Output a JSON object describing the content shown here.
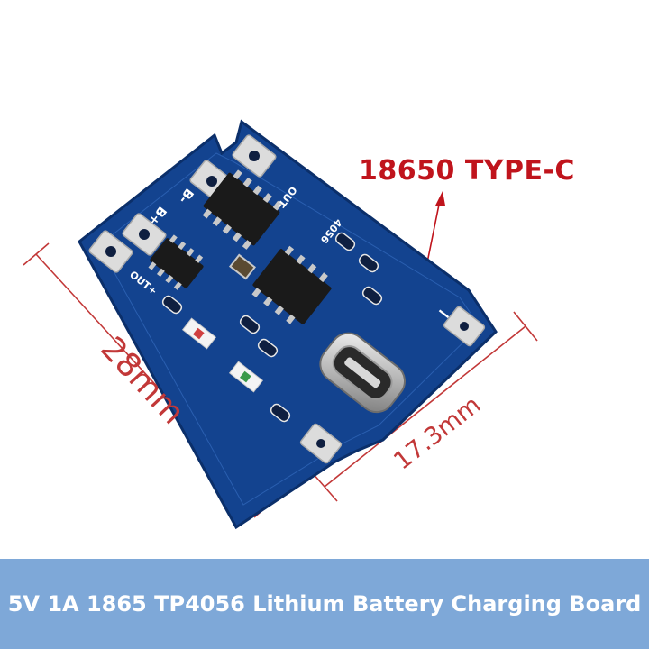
{
  "product": {
    "callout_label": "18650 TYPE-C",
    "length_label": "28mm",
    "width_label": "17.3mm",
    "caption": "5V 1A 1865 TP4056 Lithium Battery Charging Board"
  },
  "board_silkscreen": {
    "b_minus": "B-",
    "b_plus": "B+",
    "out_minus": "OUT-",
    "out_plus": "OUT+",
    "chip_code": "4056",
    "minus_sign": "−"
  },
  "colors": {
    "pcb": "#13438f",
    "pcb_edge": "#0b2f6a",
    "pad": "#dcdcdc",
    "chip": "#1a1a1a",
    "dimension_line": "#c23838",
    "callout": "#c0141c",
    "banner": "#7ea8d8"
  }
}
